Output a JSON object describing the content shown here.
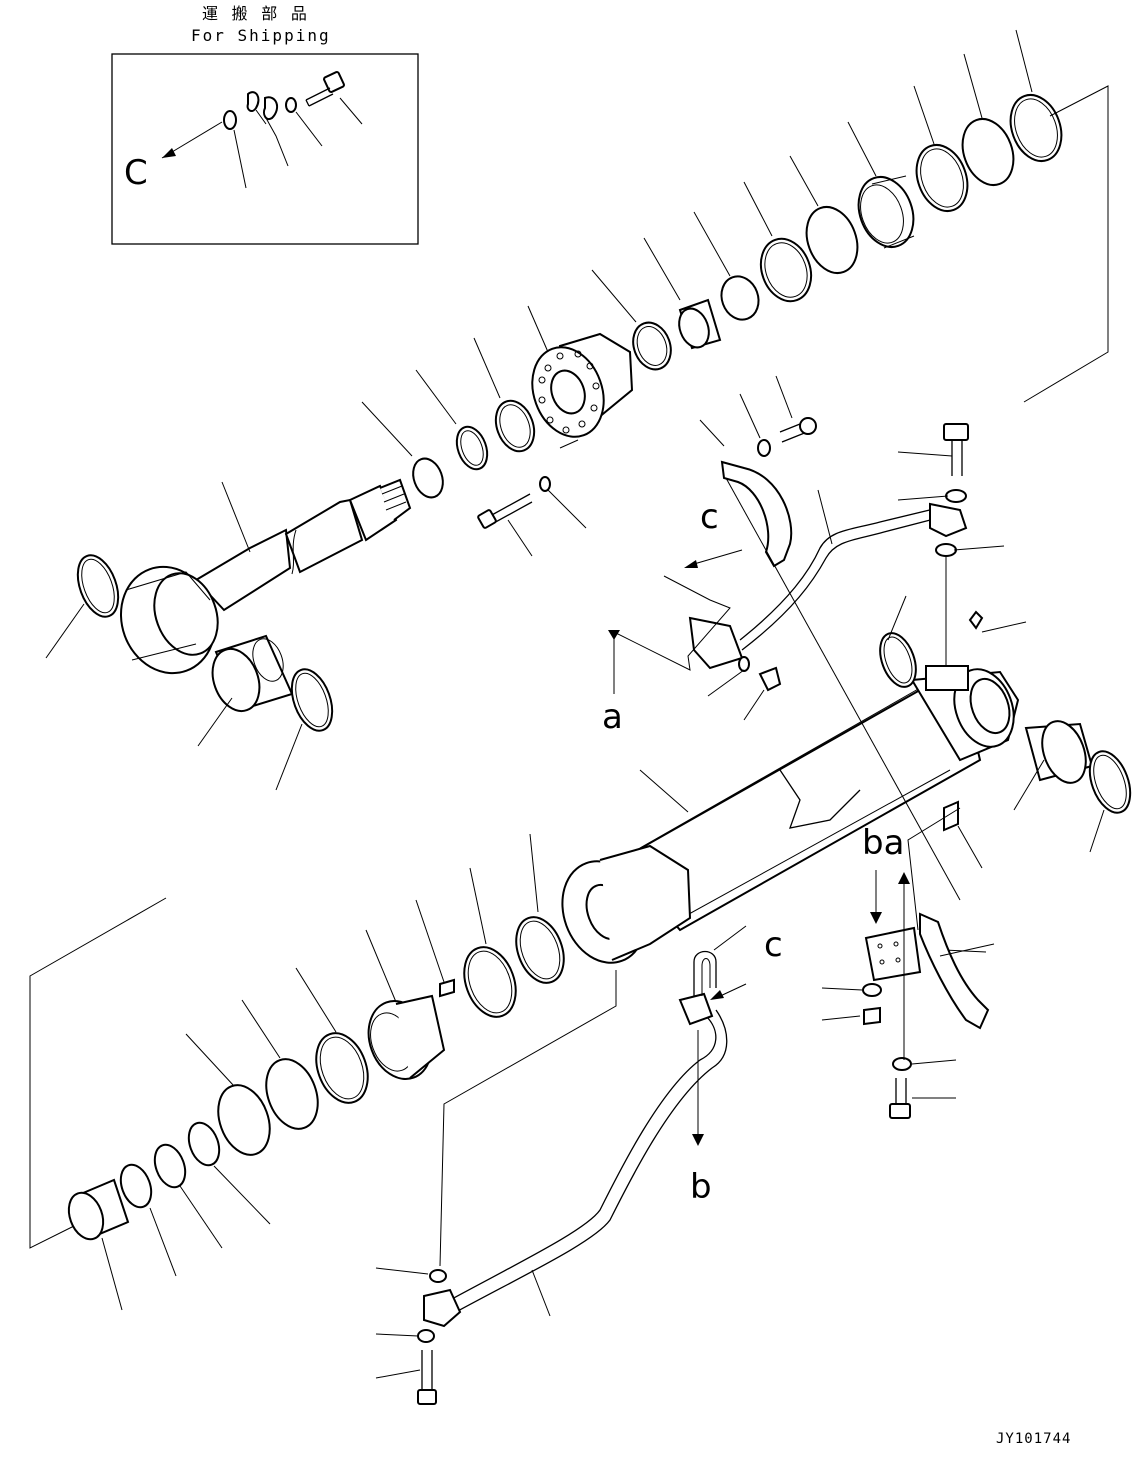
{
  "header": {
    "title_jp": "運 搬 部 品",
    "title_en": "For Shipping"
  },
  "callouts": {
    "c": "c",
    "C": "C",
    "a": "a",
    "b": "b",
    "ba": "ba"
  },
  "drawing_code": "JY101744"
}
